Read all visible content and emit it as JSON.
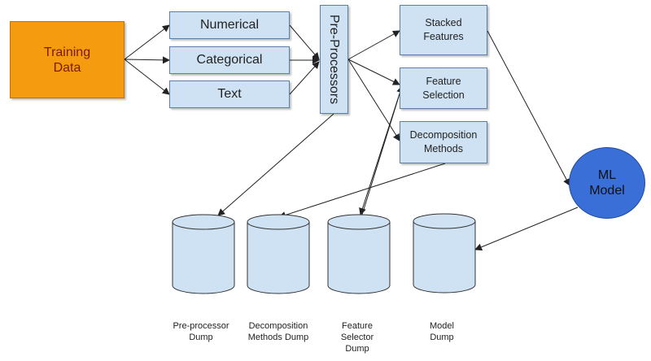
{
  "training": "Training\nData",
  "features": [
    "Numerical",
    "Categorical",
    "Text"
  ],
  "preprocessors": "Pre-Processors",
  "outputs": [
    "Stacked\nFeatures",
    "Feature\nSelection",
    "Decomposition\nMethods"
  ],
  "model": "ML\nModel",
  "dumps": [
    "Pre-processor\nDump",
    "Decomposition\nMethods Dump",
    "Feature\nSelector\nDump",
    "Model\nDump"
  ],
  "colors": {
    "training_fill": "#f49b0f",
    "box_fill": "#cfe2f3",
    "model_fill": "#3a6fd8",
    "cylinder_fill": "#cfe2f3"
  }
}
